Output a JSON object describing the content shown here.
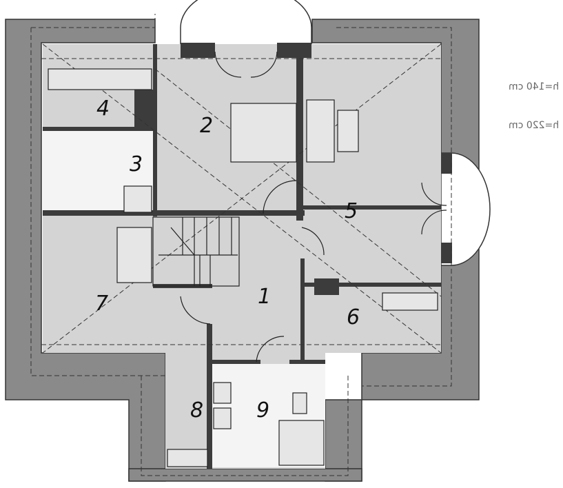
{
  "legend": {
    "h140": "h=140 cm",
    "h220": "h=220 cm"
  },
  "rooms": [
    {
      "num": "1"
    },
    {
      "num": "2"
    },
    {
      "num": "3"
    },
    {
      "num": "4"
    },
    {
      "num": "5"
    },
    {
      "num": "6"
    },
    {
      "num": "7"
    },
    {
      "num": "8"
    },
    {
      "num": "9"
    }
  ],
  "colors": {
    "roof": "#8a8a8a",
    "floor": "#d4d4d4",
    "floor_light": "#f4f4f4",
    "wall": "#3c3c3c",
    "line": "#222222"
  }
}
